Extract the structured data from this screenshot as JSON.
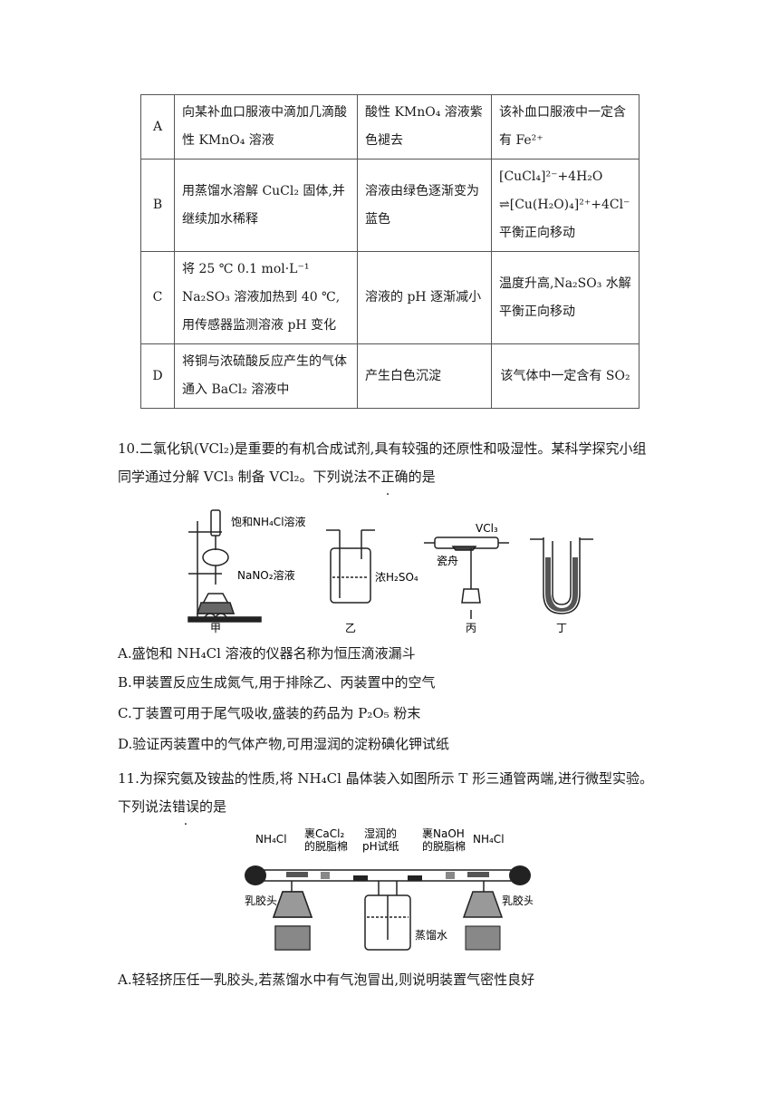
{
  "table": {
    "rows": [
      {
        "key": "A",
        "op": "向某补血口服液中滴加几滴酸性 KMnO₄ 溶液",
        "phen": "酸性 KMnO₄ 溶液紫色褪去",
        "concl": "该补血口服液中一定含有 Fe²⁺"
      },
      {
        "key": "B",
        "op": "用蒸馏水溶解 CuCl₂ 固体,并继续加水稀释",
        "phen": "溶液由绿色逐渐变为蓝色",
        "concl": "[CuCl₄]²⁻+4H₂O ⇌[Cu(H₂O)₄]²⁺+4Cl⁻平衡正向移动"
      },
      {
        "key": "C",
        "op": "将 25 ℃ 0.1 mol·L⁻¹ Na₂SO₃ 溶液加热到 40 ℃,用传感器监测溶液 pH 变化",
        "phen": "溶液的 pH 逐渐减小",
        "concl": "温度升高,Na₂SO₃ 水解平衡正向移动"
      },
      {
        "key": "D",
        "op": "将铜与浓硫酸反应产生的气体通入 BaCl₂ 溶液中",
        "phen": "产生白色沉淀",
        "concl": "该气体中一定含有 SO₂"
      }
    ]
  },
  "q10": {
    "stem_line1": "10.二氯化钒(VCl₂)是重要的有机合成试剂,具有较强的还原性和吸湿性。某科学探究小组",
    "stem_line2_a": "同学通过分解 VCl₃ 制备 VCl₂。下列说法",
    "stem_line2_b": "不正确",
    "stem_line2_c": "的是",
    "fig_labels": {
      "jia_top": "饱和NH₄Cl溶液",
      "jia_mid": "NaNO₂溶液",
      "yi": "浓H₂SO₄",
      "bing_top": "VCl₃",
      "bing_boat": "瓷舟",
      "cap_jia": "甲",
      "cap_yi": "乙",
      "cap_bing": "丙",
      "cap_ding": "丁"
    },
    "options": [
      "A.盛饱和 NH₄Cl 溶液的仪器名称为恒压滴液漏斗",
      "B.甲装置反应生成氮气,用于排除乙、丙装置中的空气",
      "C.丁装置可用于尾气吸收,盛装的药品为 P₂O₅ 粉末",
      "D.验证丙装置中的气体产物,可用湿润的淀粉碘化钾试纸"
    ]
  },
  "q11": {
    "stem_line1": "11.为探究氨及铵盐的性质,将 NH₄Cl 晶体装入如图所示 T 形三通管两端,进行微型实验。",
    "stem_line2_a": "下列说法",
    "stem_line2_b": "错误",
    "stem_line2_c": "的是",
    "fig_labels": {
      "nh4cl_left": "NH₄Cl",
      "cacl2_1": "裹CaCl₂",
      "cacl2_2": "的脱脂棉",
      "ph_1": "湿润的",
      "ph_2": "pH试纸",
      "naoh_1": "裹NaOH",
      "naoh_2": "的脱脂棉",
      "nh4cl_right": "NH₄Cl",
      "bulb_left": "乳胶头",
      "bulb_right": "乳胶头",
      "water": "蒸馏水"
    },
    "options": [
      "A.轻轻挤压任一乳胶头,若蒸馏水中有气泡冒出,则说明装置气密性良好"
    ]
  }
}
